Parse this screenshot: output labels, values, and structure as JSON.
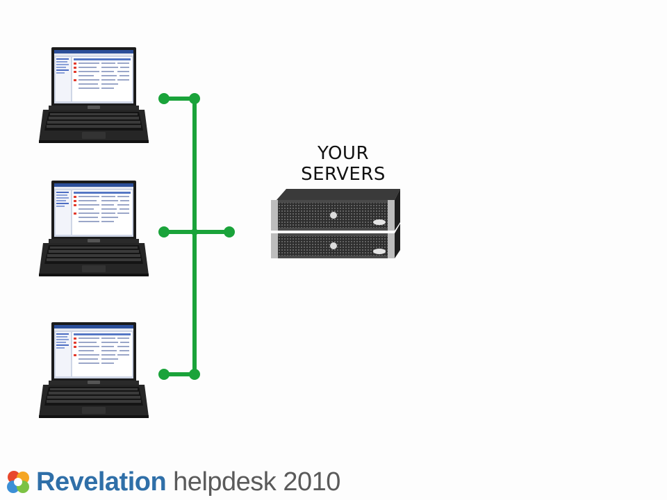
{
  "diagram": {
    "server_label_lines": [
      "YOUR",
      "SERVERS"
    ],
    "laptop_count": 3,
    "connector_color": "#1aa33a"
  },
  "branding": {
    "name": "Revelation",
    "product": "helpdesk 2010",
    "name_color": "#2f6fa8",
    "product_color": "#5a5a5a",
    "logo_colors": [
      "#e8482c",
      "#f5a623",
      "#3b8fd6",
      "#7cc243"
    ]
  },
  "icons": {
    "laptop": "laptop-icon",
    "server": "rack-server-icon",
    "logo": "revelation-logo-icon"
  }
}
